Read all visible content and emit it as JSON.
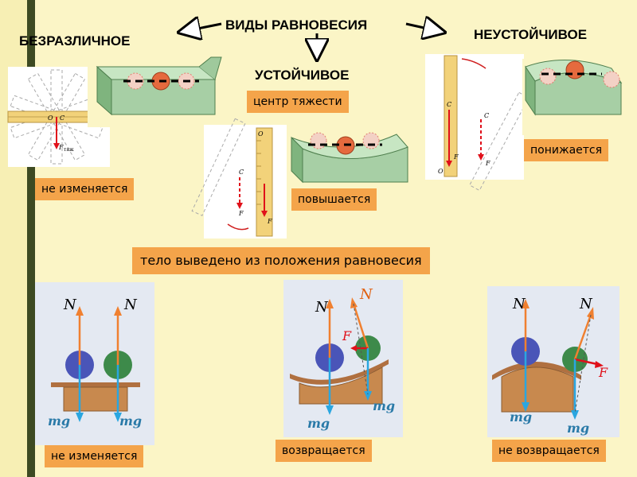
{
  "headings": {
    "main": "ВИДЫ РАВНОВЕСИЯ",
    "indifferent": "БЕЗРАЗЛИЧНОЕ",
    "stable": "УСТОЙЧИВОЕ",
    "unstable": "НЕУСТОЙЧИВОЕ"
  },
  "labels": {
    "center_of_gravity": "центр тяжести",
    "indifferent_change": "не изменяется",
    "stable_change": "повышается",
    "unstable_change": "понижается",
    "displaced": "тело выведено из положения равновесия",
    "bottom_indifferent": "не изменяется",
    "bottom_stable": "возвращается",
    "bottom_unstable": "не возвращается"
  },
  "ruler_labels": {
    "o": "O",
    "c": "C",
    "ftyazh": "F",
    "tyazh_sub": "тяж"
  },
  "force_labels": {
    "n": "N",
    "mg": "mg",
    "f": "F"
  },
  "colors": {
    "background": "#fbf5c6",
    "label_fill": "#f4a44a",
    "dark_stripe": "#3d4a22",
    "trough": "#a7cfa5",
    "ruler": "#f2d27a",
    "gravity_arrow": "#e0101a",
    "normal_arrow": "#f08030",
    "mg_arrow": "#2aa6e0",
    "block": "#c8894e",
    "blue_ball": "#4a55b8",
    "green_ball": "#3d8a4a"
  }
}
